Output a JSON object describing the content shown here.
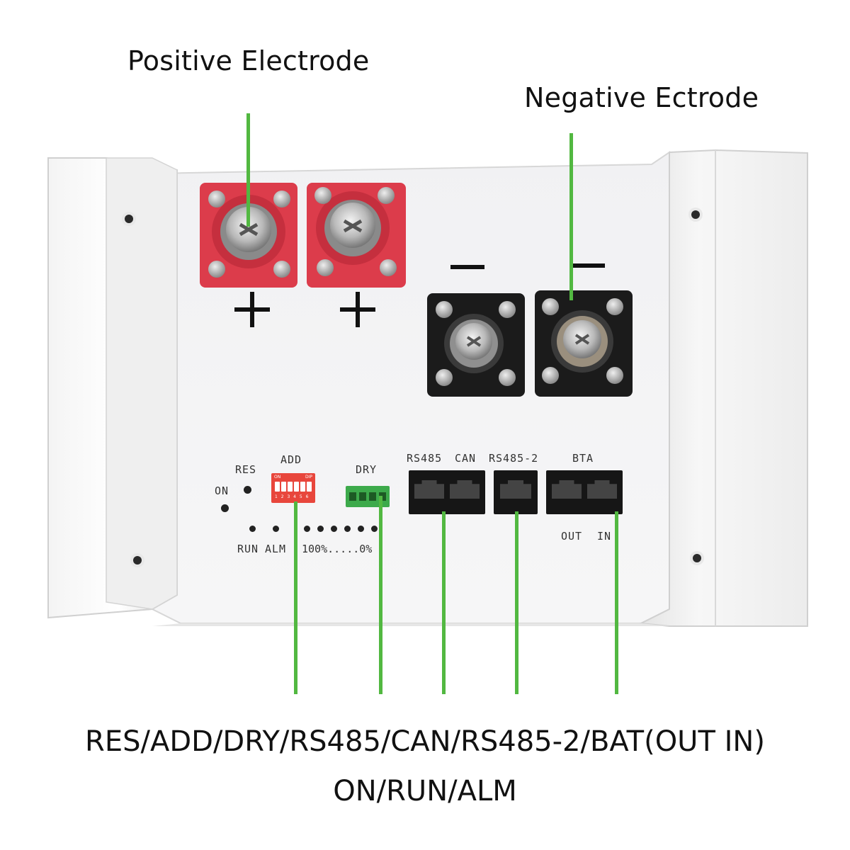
{
  "callouts": {
    "positive": "Positive Electrode",
    "negative": "Negative Ectrode"
  },
  "terminals": {
    "positive": [
      {
        "sign": "+"
      },
      {
        "sign": "+"
      }
    ],
    "negative": [
      {
        "sign": "−"
      },
      {
        "sign": "−"
      }
    ]
  },
  "panel": {
    "on": "ON",
    "res": "RES",
    "add": "ADD",
    "dry": "DRY",
    "rs485": "RS485",
    "can": "CAN",
    "rs485_2": "RS485-2",
    "bta": "BTA",
    "run": "RUN",
    "alm": "ALM",
    "soc": "100%.....0%",
    "out": "OUT",
    "in": "IN",
    "dip_on": "ON",
    "dip_brand": "DIP",
    "dip_numbers": "1 2 3 4 5 6"
  },
  "caption": {
    "line1": "RES/ADD/DRY/RS485/CAN/RS485-2/BAT(OUT IN)",
    "line2": "ON/RUN/ALM"
  },
  "colors": {
    "accent_line": "#52b841",
    "positive_terminal": "#dc3c4b",
    "negative_terminal": "#1b1b1b",
    "dry_connector": "#3daa4b",
    "dip_switch": "#e8463c"
  }
}
